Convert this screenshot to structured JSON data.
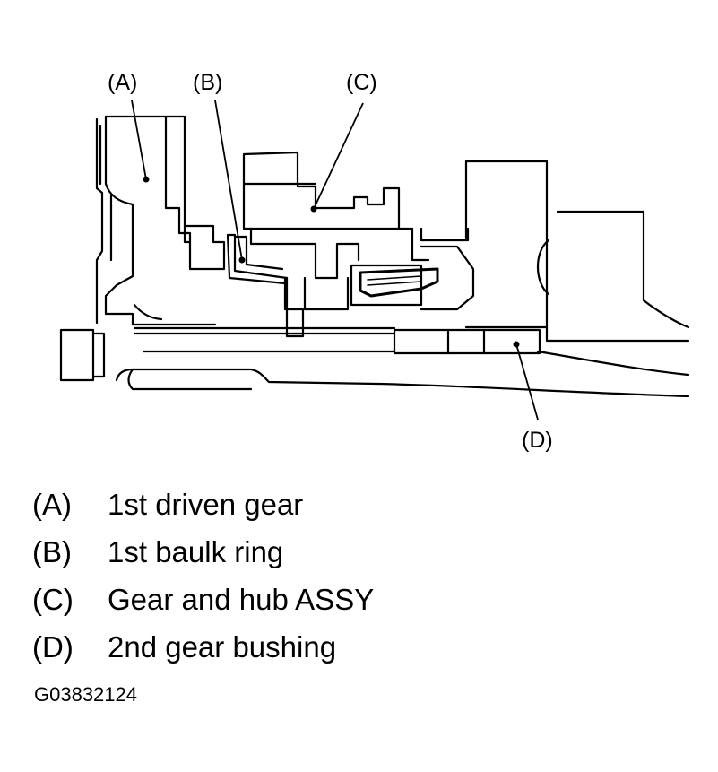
{
  "callouts": {
    "a": "(A)",
    "b": "(B)",
    "c": "(C)",
    "d": "(D)"
  },
  "legend": [
    {
      "key": "(A)",
      "text": "1st driven gear"
    },
    {
      "key": "(B)",
      "text": "1st baulk ring"
    },
    {
      "key": "(C)",
      "text": "Gear and hub ASSY"
    },
    {
      "key": "(D)",
      "text": "2nd gear bushing"
    }
  ],
  "figure_id": "G03832124"
}
